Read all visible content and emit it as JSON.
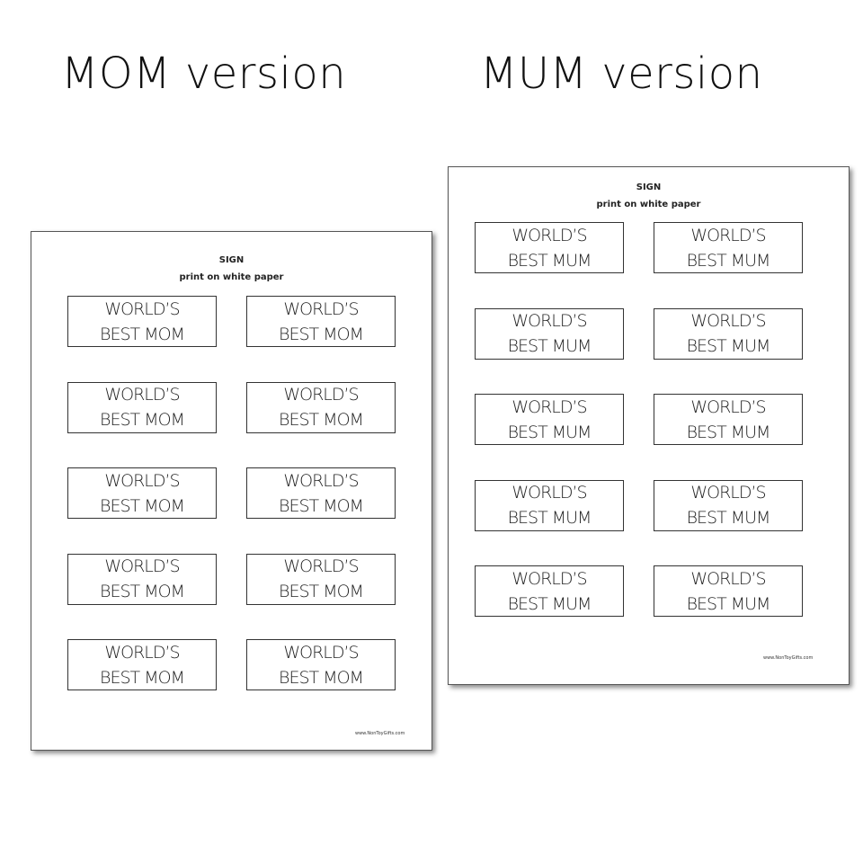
{
  "captions": {
    "left": "MOM version",
    "right": "MUM version"
  },
  "sheets": {
    "mom": {
      "title": "SIGN",
      "subtitle": "print on white paper",
      "sign_text": "WORLD’S\nBEST MOM",
      "footer": "www.NonToyGifts.com"
    },
    "mum": {
      "title": "SIGN",
      "subtitle": "print on white paper",
      "sign_text": "WORLD’S\nBEST MUM",
      "footer": "www.NonToyGifts.com"
    }
  },
  "signs_per_sheet": 10
}
